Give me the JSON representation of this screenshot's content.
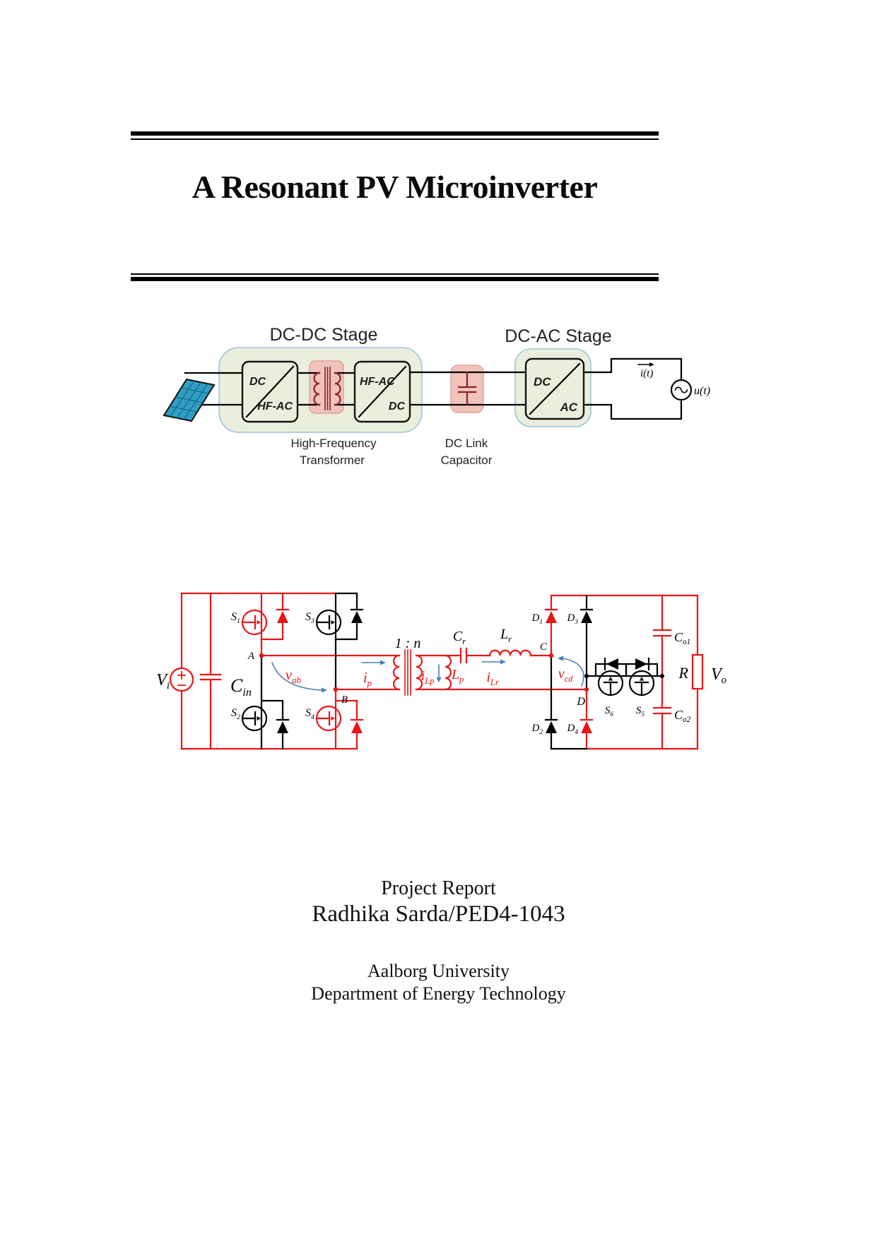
{
  "page": {
    "title": "A Resonant PV Microinverter"
  },
  "block_diagram": {
    "dcdc_stage": "DC-DC Stage",
    "dcac_stage": "DC-AC Stage",
    "converter1": {
      "top": "DC",
      "bottom": "HF-AC"
    },
    "converter2": {
      "top": "HF-AC",
      "bottom": "DC"
    },
    "converter3": {
      "top": "DC",
      "bottom": "AC"
    },
    "transformer_caption": [
      "High-Frequency",
      "Transformer"
    ],
    "dclink_caption": [
      "DC Link",
      "Capacitor"
    ],
    "grid_current": "i(t)",
    "grid_voltage": "u(t)"
  },
  "circuit": {
    "vi": {
      "main": "V",
      "sub": "i"
    },
    "cin": {
      "main": "C",
      "sub": "in"
    },
    "s1": {
      "main": "S",
      "sub": "1"
    },
    "s2": {
      "main": "S",
      "sub": "2"
    },
    "s3": {
      "main": "S",
      "sub": "3"
    },
    "s4": {
      "main": "S",
      "sub": "4"
    },
    "s5": {
      "main": "S",
      "sub": "5"
    },
    "s6": {
      "main": "S",
      "sub": "6"
    },
    "d1": {
      "main": "D",
      "sub": "1"
    },
    "d2": {
      "main": "D",
      "sub": "2"
    },
    "d3": {
      "main": "D",
      "sub": "3"
    },
    "d4": {
      "main": "D",
      "sub": "4"
    },
    "node_a": "A",
    "node_b": "B",
    "node_c": "C",
    "node_d": "D",
    "vab": {
      "main": "v",
      "sub": "ab"
    },
    "ip": {
      "main": "i",
      "sub": "p"
    },
    "ratio": "1 : n",
    "ilp": {
      "main": "i",
      "sub": "Lp"
    },
    "lp": {
      "main": "L",
      "sub": "p"
    },
    "cr": {
      "main": "C",
      "sub": "r"
    },
    "lr": {
      "main": "L",
      "sub": "r"
    },
    "ilr": {
      "main": "i",
      "sub": "Lr"
    },
    "vcd": {
      "main": "v",
      "sub": "cd"
    },
    "co1": {
      "main": "C",
      "sub": "o1"
    },
    "co2": {
      "main": "C",
      "sub": "o2"
    },
    "r_load": "R",
    "vo": {
      "main": "V",
      "sub": "o"
    }
  },
  "footer": {
    "report_type": "Project Report",
    "author": "Radhika Sarda/PED4-1043",
    "university": "Aalborg University",
    "department": "Department of Energy Technology"
  },
  "colors": {
    "wire_red": "#e81416",
    "arrow_blue": "#4a7ebb",
    "panel_blue": "#2f9ec4",
    "panel_grid": "#15607e",
    "stage_fill": "#e9efdc",
    "stage_border": "#9cc3e0",
    "pink_fill": "#f0c3bc",
    "pink_border": "#dfa19a",
    "symbol_maroon": "#8b2222"
  }
}
